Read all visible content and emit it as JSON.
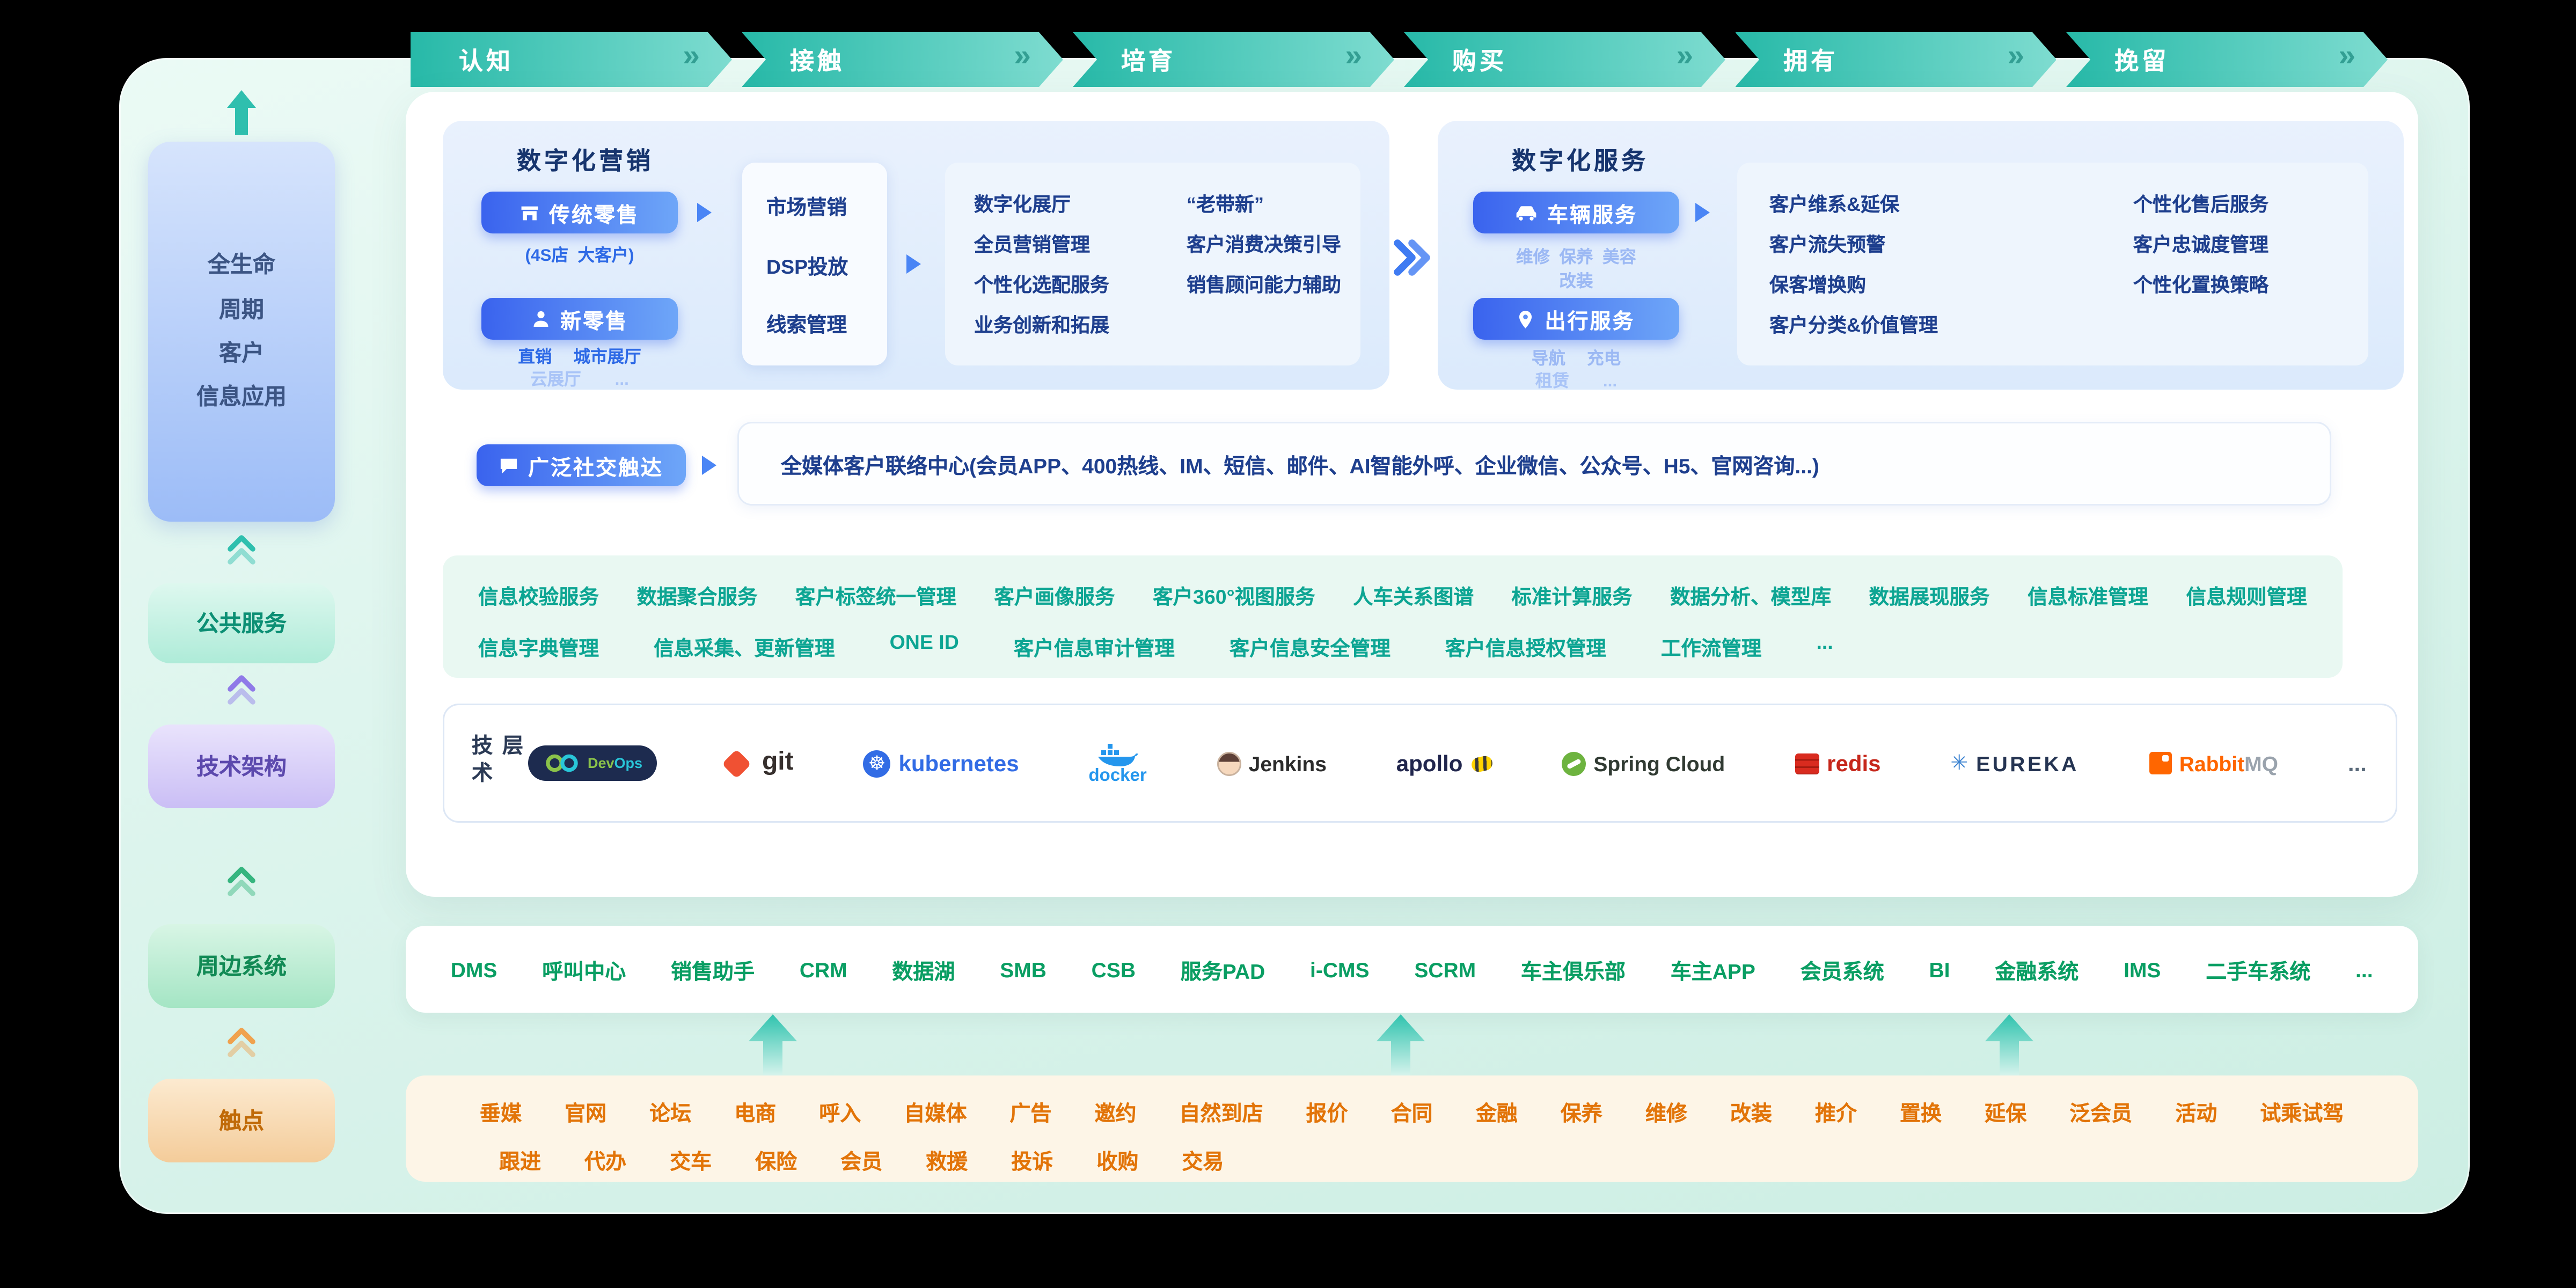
{
  "journey_tabs": [
    "认知",
    "接触",
    "培育",
    "购买",
    "拥有",
    "挽留"
  ],
  "sidebar": {
    "lifecycle_label": "全生命\n周期\n客户\n信息应用",
    "public_services_label": "公共服务",
    "tech_architecture_label": "技术架构",
    "peripheral_systems_label": "周边系统",
    "touchpoints_label": "触点"
  },
  "marketing": {
    "title": "数字化营销",
    "traditional_retail_label": "传统零售",
    "traditional_retail_sub": "(4S店  大客户)",
    "new_retail_label": "新零售",
    "new_retail_sub1": "直销　 城市展厅",
    "new_retail_sub2": "云展厅　　...",
    "funnel_items": [
      "市场营销",
      "DSP投放",
      "线索管理"
    ],
    "capability_col1": [
      "数字化展厅",
      "全员营销管理",
      "个性化选配服务",
      "业务创新和拓展"
    ],
    "capability_col2": [
      "“老带新”",
      "客户消费决策引导",
      "销售顾问能力辅助"
    ]
  },
  "services": {
    "title": "数字化服务",
    "vehicle_label": "车辆服务",
    "vehicle_sub1": "维修  保养  美容",
    "vehicle_sub2": "改装",
    "travel_label": "出行服务",
    "travel_sub1": "导航　 充电",
    "travel_sub2": "租赁　　...",
    "capability_col1": [
      "客户维系&延保",
      "客户流失预警",
      "保客增换购",
      "客户分类&价值管理"
    ],
    "capability_col2": [
      "个性化售后服务",
      "客户忠诚度管理",
      "个性化置换策略"
    ]
  },
  "social_reach": {
    "label": "广泛社交触达",
    "content": "全媒体客户联络中心(会员APP、400热线、IM、短信、邮件、AI智能外呼、企业微信、公众号、H5、官网咨询...)"
  },
  "public_services_row": {
    "row1": [
      "信息校验服务",
      "数据聚合服务",
      "客户标签统一管理",
      "客户画像服务",
      "客户360°视图服务",
      "人车关系图谱",
      "标准计算服务",
      "数据分析、模型库",
      "数据展现服务",
      "信息标准管理",
      "信息规则管理"
    ],
    "row2": [
      "信息字典管理",
      "信息采集、更新管理",
      "ONE ID",
      "客户信息审计管理",
      "客户信息安全管理",
      "客户信息授权管理",
      "工作流管理",
      "..."
    ]
  },
  "tech_layer": {
    "label": "技术层",
    "devops_dev": "Dev",
    "devops_ops": "Ops",
    "git": "git",
    "kubernetes": "kubernetes",
    "docker": "docker",
    "jenkins": "Jenkins",
    "apollo": "apollo",
    "spring_cloud": "Spring Cloud",
    "redis": "redis",
    "eureka": "EUREKA",
    "rabbit": "Rabbit",
    "mq": "MQ",
    "more": "..."
  },
  "peripheral_row": [
    "DMS",
    "呼叫中心",
    "销售助手",
    "CRM",
    "数据湖",
    "SMB",
    "CSB",
    "服务PAD",
    "i-CMS",
    "SCRM",
    "车主俱乐部",
    "车主APP",
    "会员系统",
    "BI",
    "金融系统",
    "IMS",
    "二手车系统",
    "..."
  ],
  "touchpoint_row": {
    "row1": [
      "垂媒",
      "官网",
      "论坛",
      "电商",
      "呼入",
      "自媒体",
      "广告",
      "邀约",
      "自然到店",
      "报价",
      "合同",
      "金融",
      "保养",
      "维修",
      "改装",
      "推介",
      "置换",
      "延保",
      "泛会员",
      "活动",
      "试乘试驾"
    ],
    "row2": [
      "跟进",
      "代办",
      "交车",
      "保险",
      "会员",
      "救援",
      "投诉",
      "收购",
      "交易"
    ]
  },
  "colors": {
    "teal_accent": "#2fbfae",
    "blue_accent": "#3a63ee",
    "navy_text": "#1e3f8e",
    "teal_text": "#0da593",
    "green_text": "#0a9e63",
    "orange_text": "#e27408"
  }
}
